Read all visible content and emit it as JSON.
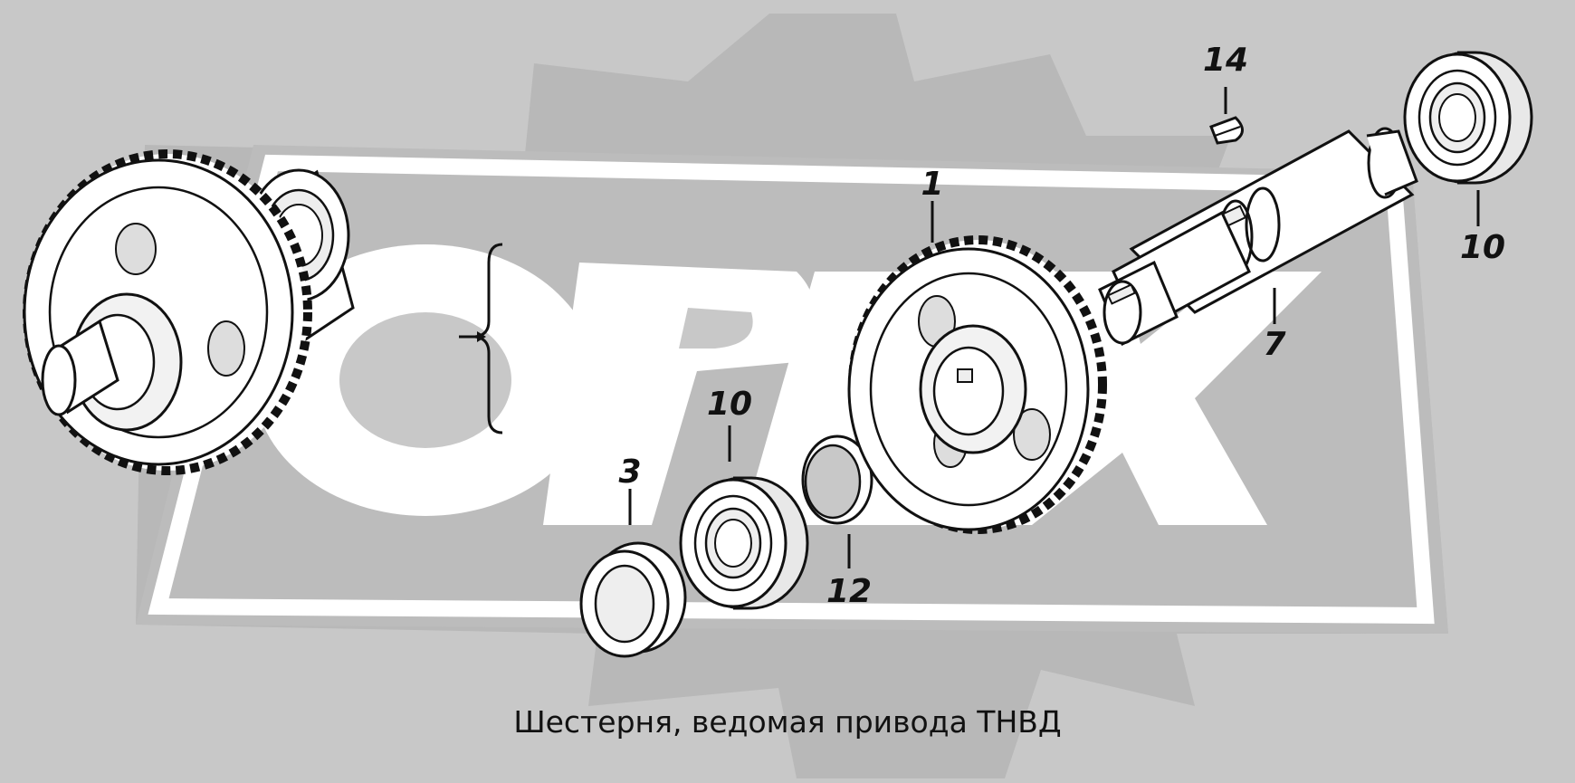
{
  "caption": "Шестерня, ведомая привода ТНВД",
  "watermark": {
    "text": "ОРЕХ"
  },
  "callouts": [
    {
      "id": "1",
      "label": "1"
    },
    {
      "id": "3",
      "label": "3"
    },
    {
      "id": "7",
      "label": "7"
    },
    {
      "id": "10a",
      "label": "10"
    },
    {
      "id": "10b",
      "label": "10"
    },
    {
      "id": "12",
      "label": "12"
    },
    {
      "id": "14",
      "label": "14"
    }
  ],
  "colors": {
    "background": "#c8c8c8",
    "watermark_light": "#ffffff",
    "watermark_dark": "#b8b8b8",
    "line": "#111111",
    "part_fill": "#ffffff"
  }
}
